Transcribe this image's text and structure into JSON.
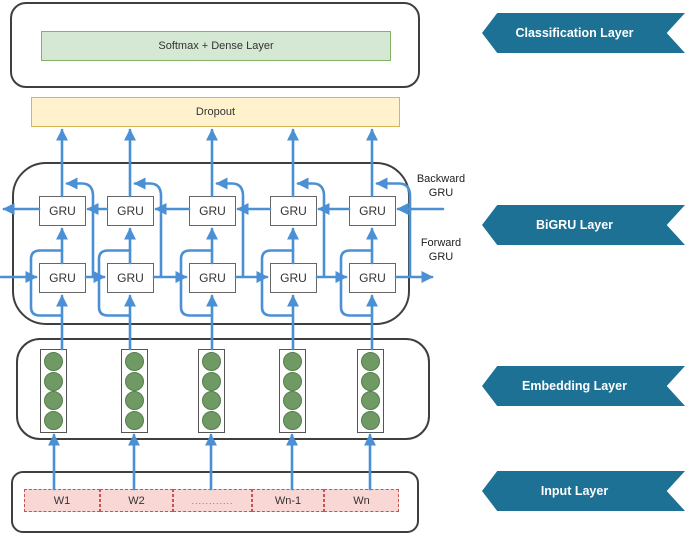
{
  "classification_layer": {
    "softmax_label": "Softmax + Dense Layer"
  },
  "dropout": {
    "label": "Dropout"
  },
  "bigru_layer": {
    "cell_label": "GRU",
    "backward_annotation": "Backward\nGRU",
    "forward_annotation": "Forward\nGRU",
    "num_timesteps": 5
  },
  "embedding_layer": {
    "num_vectors": 5,
    "circles_per_vector": 4
  },
  "input_layer": {
    "words": [
      "W1",
      "W2",
      "............",
      "Wn-1",
      "Wn"
    ]
  },
  "side_banners": [
    {
      "id": "classification",
      "label": "Classification Layer"
    },
    {
      "id": "bigru",
      "label": "BiGRU Layer"
    },
    {
      "id": "embedding",
      "label": "Embedding Layer"
    },
    {
      "id": "input",
      "label": "Input Layer"
    }
  ],
  "colors": {
    "arrow_blue": "#4b90d4",
    "banner_teal": "#1d7195",
    "softmax_green_fill": "#d5e8d4",
    "softmax_green_border": "#82b366",
    "dropout_yellow_fill": "#fff2cc",
    "dropout_yellow_border": "#d6b656",
    "input_pink_fill": "#f8d7d4",
    "input_pink_border": "#c9534f",
    "embedding_circle_fill": "#6f9a63",
    "embedding_circle_border": "#567e4e"
  }
}
